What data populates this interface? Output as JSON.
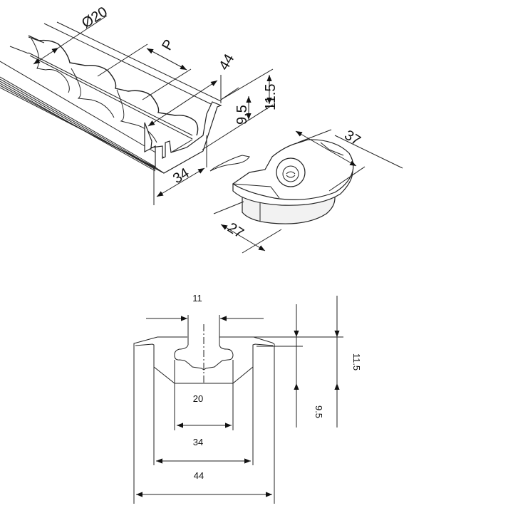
{
  "isometric_view": {
    "dimensions": {
      "hole_diameter": "Ø20",
      "pitch": "P",
      "overall_width": "44",
      "inner_width": "34",
      "slot_depth": "9.5",
      "overall_height": "11.5",
      "fitting_length": "37",
      "fitting_width": "27"
    }
  },
  "section_view": {
    "dimensions": {
      "slot_opening": "11",
      "hole_width": "20",
      "inner_width": "34",
      "overall_width": "44",
      "overall_height": "11.5",
      "slot_depth": "9.5"
    }
  }
}
